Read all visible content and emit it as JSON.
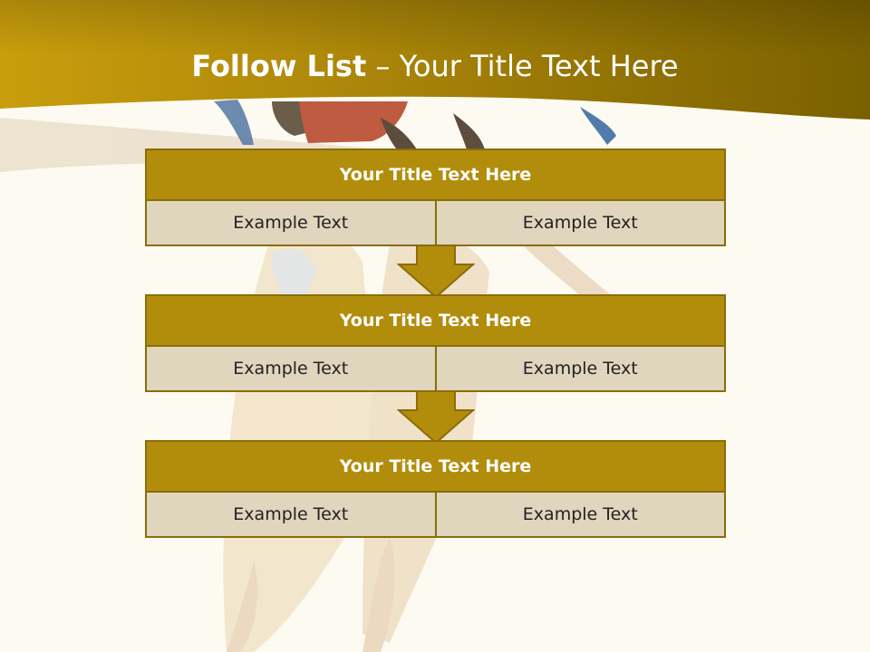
{
  "title": {
    "bold": "Follow List",
    "rest": " – Your Title Text Here"
  },
  "blocks": [
    {
      "title": "Your Title Text Here",
      "left": "Example Text",
      "right": "Example Text"
    },
    {
      "title": "Your Title Text Here",
      "left": "Example Text",
      "right": "Example Text"
    },
    {
      "title": "Your Title Text Here",
      "left": "Example Text",
      "right": "Example Text"
    }
  ],
  "colors": {
    "header_gold": "#b08a0a",
    "block_gold": "#b28d0c",
    "cell_beige": "#e0d5bd",
    "background": "#fdfaf1"
  },
  "decor": {
    "background_image": "parrots-on-branch-photo",
    "arrow_icon": "down-arrow-icon"
  }
}
